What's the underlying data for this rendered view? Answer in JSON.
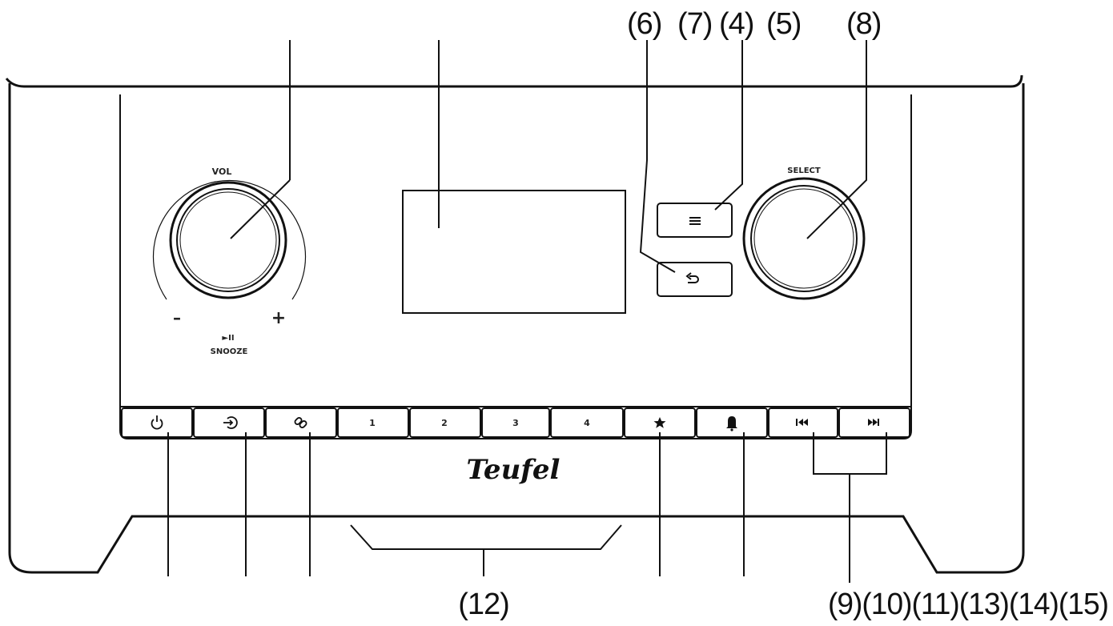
{
  "callouts": {
    "c6": "(6)",
    "c7": "(7)",
    "c4": "(4)",
    "c5": "(5)",
    "c8": "(8)",
    "c12": "(12)",
    "bottom_right": "(9)(10)(11)(13)(14)(15)"
  },
  "panel": {
    "vol_label": "VOL",
    "minus": "–",
    "plus": "+",
    "play_pause": "►II",
    "snooze": "SNOOZE",
    "select_label": "SELECT",
    "brand": "Teufel"
  },
  "buttons": {
    "preset_1": "1",
    "preset_2": "2",
    "preset_3": "3",
    "preset_4": "4"
  },
  "icons": [
    "power-icon",
    "input-source-icon",
    "link-icon",
    "star-icon",
    "alarm-bell-icon",
    "skip-back-icon",
    "skip-forward-icon",
    "menu-icon",
    "back-arrow-icon"
  ]
}
